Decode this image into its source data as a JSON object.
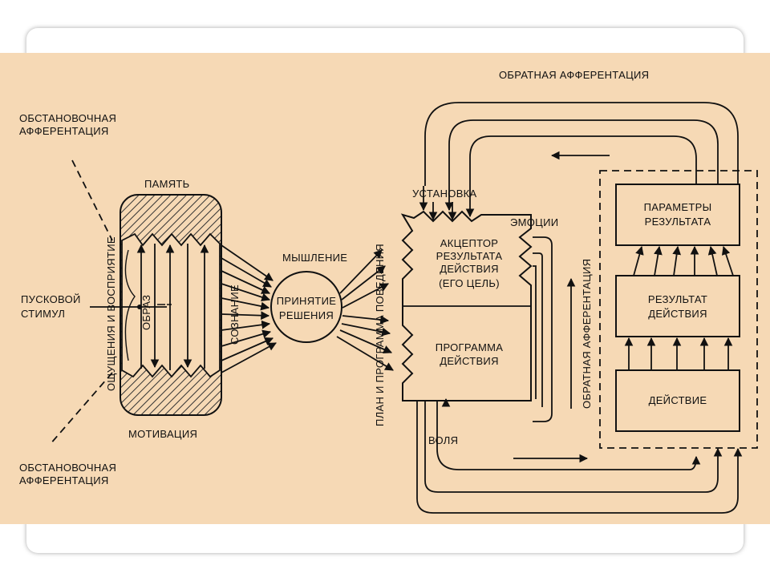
{
  "labels": {
    "situational_top_1": "ОБСТАНОВОЧНАЯ",
    "situational_top_2": "АФФЕРЕНТАЦИЯ",
    "situational_bottom_1": "ОБСТАНОВОЧНАЯ",
    "situational_bottom_2": "АФФЕРЕНТАЦИЯ",
    "trigger_1": "ПУСКОВОЙ",
    "trigger_2": "СТИМУЛ",
    "memory": "ПАМЯТЬ",
    "motivation": "МОТИВАЦИЯ",
    "sensation": "ОЩУЩЕНИЯ И ВОСПРИЯТИЕ",
    "image": "ОБРАЗ",
    "consciousness": "СОЗНАНИЕ",
    "thinking": "МЫШЛЕНИЕ",
    "decision_1": "ПРИНЯТИЕ",
    "decision_2": "РЕШЕНИЯ",
    "plan": "ПЛАН И ПРОГРАММА ПОВЕДЕНИЯ",
    "setting": "УСТАНОВКА",
    "acceptor_1": "АКЦЕПТОР",
    "acceptor_2": "РЕЗУЛЬТАТА",
    "acceptor_3": "ДЕЙСТВИЯ",
    "acceptor_4": "(ЕГО ЦЕЛЬ)",
    "program_1": "ПРОГРАММА",
    "program_2": "ДЕЙСТВИЯ",
    "emotions": "ЭМОЦИИ",
    "will": "ВОЛЯ",
    "feedback_top": "ОБРАТНАЯ АФФЕРЕНТАЦИЯ",
    "feedback_vertical": "ОБРАТНАЯ АФФЕРЕНТАЦИЯ",
    "params_1": "ПАРАМЕТРЫ",
    "params_2": "РЕЗУЛЬТАТА",
    "result_1": "РЕЗУЛЬТАТ",
    "result_2": "ДЕЙСТВИЯ",
    "action": "ДЕЙСТВИЕ"
  },
  "colors": {
    "panel": "#f6d9b5",
    "ink": "#111111"
  }
}
